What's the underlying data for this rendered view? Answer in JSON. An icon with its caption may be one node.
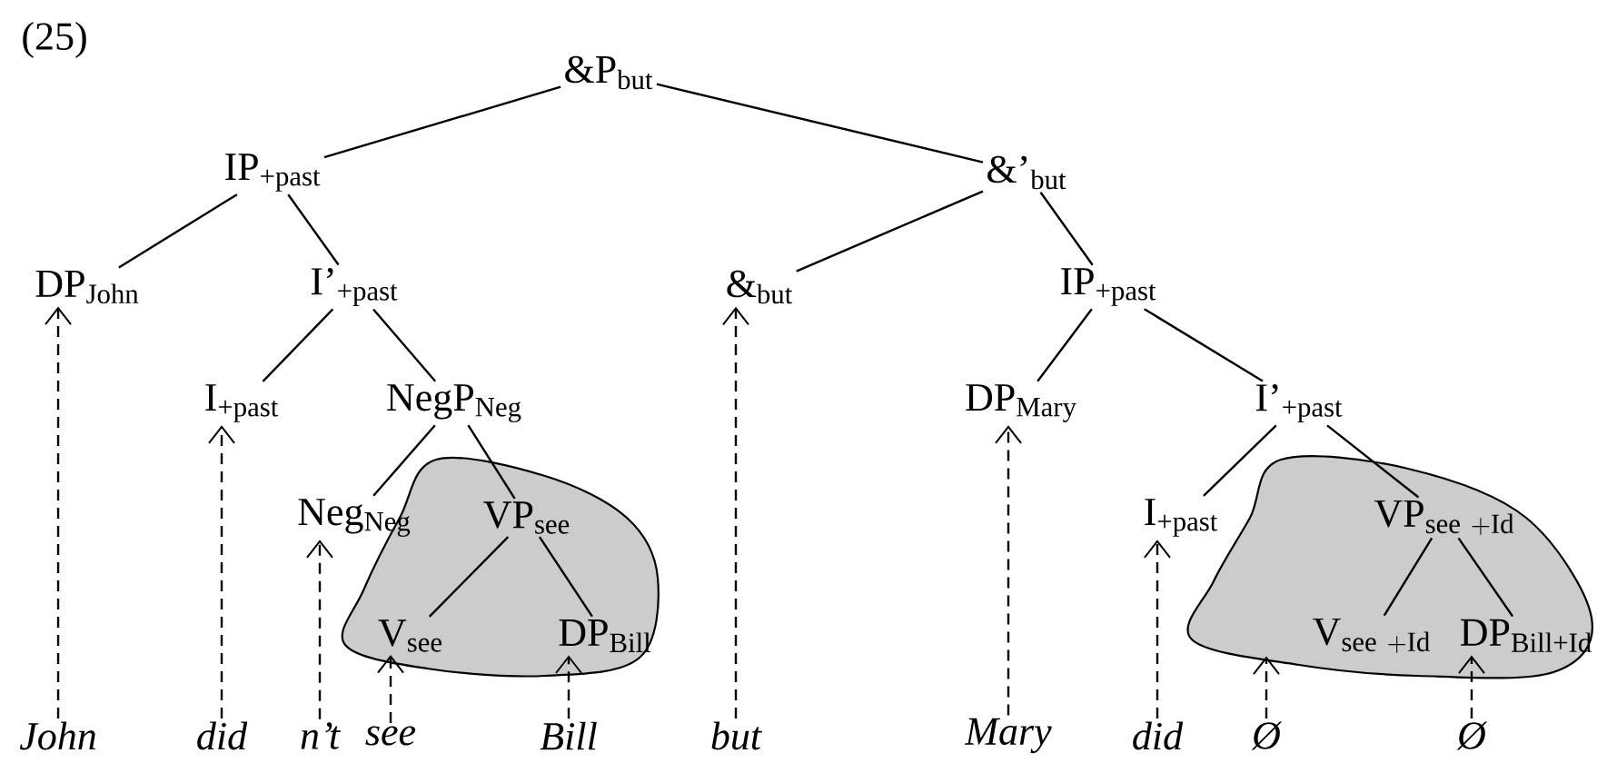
{
  "diagram": {
    "nodes": [
      {
        "text": [
          "&P$_{but}$"
        ]
      },
      {
        "text": [
          "IP$_{+past}$"
        ]
      },
      {
        "text": [
          "&’$_{but}$"
        ]
      },
      {
        "text": [
          "DP$_{John}$"
        ]
      },
      {
        "text": [
          "I’$_{+past}$"
        ]
      },
      {
        "text": [
          "&$_{but}$"
        ]
      },
      {
        "text": [
          "IP$_{+past}$"
        ]
      },
      {
        "text": [
          "I$_{+past}$"
        ]
      },
      {
        "text": [
          "NegP$_{Neg}$"
        ]
      },
      {
        "text": [
          "DP$_{Mary}$"
        ]
      },
      {
        "text": [
          "I’$_{+past}$"
        ]
      },
      {
        "text": [
          "Neg$_{Neg}$"
        ]
      },
      {
        "text": [],
        "shape": "cloud"
      },
      {
        "text": [
          "VP$_{see}$"
        ],
        "in": 12
      },
      {
        "text": [
          "I$_{+past}$"
        ]
      },
      {
        "text": [],
        "shape": "cloud"
      },
      {
        "text": [
          "\\mathrm{VP}_{\\mathrm{see\\ +Id}}"
        ],
        "in": 15
      },
      {
        "text": [
          "V$_{see}$"
        ],
        "in": 12
      },
      {
        "text": [
          "DP$_{Bill}$"
        ],
        "in": 12
      },
      {
        "text": [
          "\\mathrm{V}_{\\mathrm{see\\ +Id}}"
        ],
        "in": 15
      },
      {
        "text": [
          "DP$_{Bill+Id}$"
        ],
        "in": 15
      },
      {
        "text": [
          "John"
        ]
      },
      {
        "text": [
          "did"
        ]
      },
      {
        "text": [
          "n’t"
        ]
      },
      {
        "text": [
          "see"
        ]
      },
      {
        "text": [
          "Bill"
        ]
      },
      {
        "text": [
          "but"
        ]
      },
      {
        "text": [
          "Mary"
        ]
      },
      {
        "text": [
          "did"
        ]
      },
      {
        "text": [
          "Ø"
        ]
      },
      {
        "text": [
          "Ø"
        ]
      }
    ],
    "edges": [
      {
        "from": 0,
        "to": 1,
        "arrow": "none"
      },
      {
        "from": 0,
        "to": 2,
        "arrow": "none"
      },
      {
        "from": 1,
        "to": 3,
        "arrow": "none"
      },
      {
        "from": 1,
        "to": 4,
        "arrow": "none"
      },
      {
        "from": 2,
        "to": 5,
        "arrow": "none"
      },
      {
        "from": 2,
        "to": 6,
        "arrow": "none"
      },
      {
        "from": 4,
        "to": 7,
        "arrow": "none"
      },
      {
        "from": 4,
        "to": 8,
        "arrow": "none"
      },
      {
        "from": 6,
        "to": 9,
        "arrow": "none"
      },
      {
        "from": 6,
        "to": 10,
        "arrow": "none"
      },
      {
        "from": 8,
        "to": 11,
        "arrow": "none"
      },
      {
        "from": 8,
        "to": 13,
        "arrow": "none"
      },
      {
        "from": 10,
        "to": 14,
        "arrow": "none"
      },
      {
        "from": 10,
        "to": 16,
        "arrow": "none"
      },
      {
        "from": 13,
        "to": 17,
        "arrow": "none"
      },
      {
        "from": 13,
        "to": 18,
        "arrow": "none"
      },
      {
        "from": 16,
        "to": 19,
        "arrow": "none"
      },
      {
        "from": 16,
        "to": 20,
        "arrow": "none"
      },
      {
        "from": 21,
        "to": 3,
        "arrow": "to",
        "style": "dashed"
      },
      {
        "from": 22,
        "to": 7,
        "arrow": "to",
        "style": "dashed"
      },
      {
        "from": 23,
        "to": 11,
        "arrow": "to",
        "style": "dashed"
      },
      {
        "from": 24,
        "to": 17,
        "arrow": "to",
        "style": "dashed"
      },
      {
        "from": 25,
        "to": 18,
        "arrow": "to",
        "style": "dashed"
      },
      {
        "from": 26,
        "to": 5,
        "arrow": "to",
        "style": "dashed"
      },
      {
        "from": 27,
        "to": 9,
        "arrow": "to",
        "style": "dashed"
      },
      {
        "from": 28,
        "to": 14,
        "arrow": "to",
        "style": "dashed"
      },
      {
        "from": 29,
        "to": 19,
        "arrow": "to",
        "style": "dashed"
      },
      {
        "from": 30,
        "to": 20,
        "arrow": "to",
        "style": "dashed"
      }
    ],
    "labels": [
      "(25)"
    ]
  }
}
